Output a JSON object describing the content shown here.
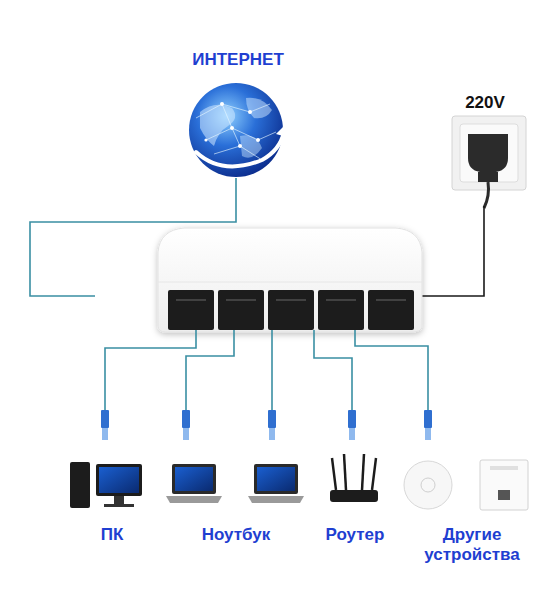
{
  "diagram": {
    "labels": [
      "ИНТЕРНЕТ",
      "220V",
      "ПК",
      "Ноутбук",
      "Роутер",
      "Другие устройства"
    ]
  }
}
